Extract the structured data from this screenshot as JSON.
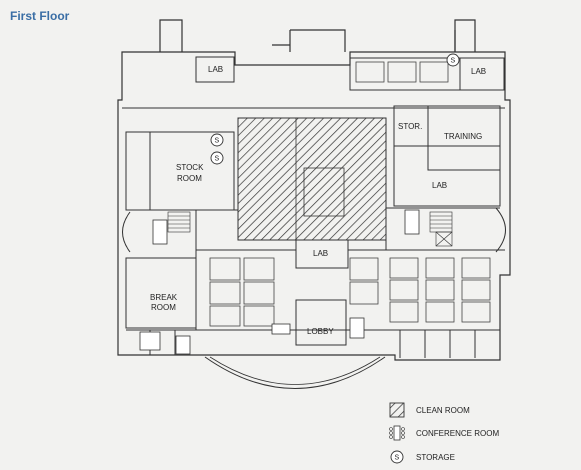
{
  "page": {
    "title": "First Floor"
  },
  "rooms": {
    "lab_top_left": "LAB",
    "lab_top_right": "LAB",
    "storage_room": "STOR.",
    "training": "TRAINING",
    "lab_right": "LAB",
    "stock_room_line1": "STOCK",
    "stock_room_line2": "ROOM",
    "lab_center": "LAB",
    "break_room_line1": "BREAK",
    "break_room_line2": "ROOM",
    "lobby": "LOBBY"
  },
  "storage_symbol": "S",
  "legend": {
    "items": [
      {
        "label": "CLEAN ROOM",
        "icon": "hatched-square-icon"
      },
      {
        "label": "CONFERENCE ROOM",
        "icon": "conference-table-icon"
      },
      {
        "label": "STORAGE",
        "icon": "storage-circle-icon"
      }
    ]
  }
}
